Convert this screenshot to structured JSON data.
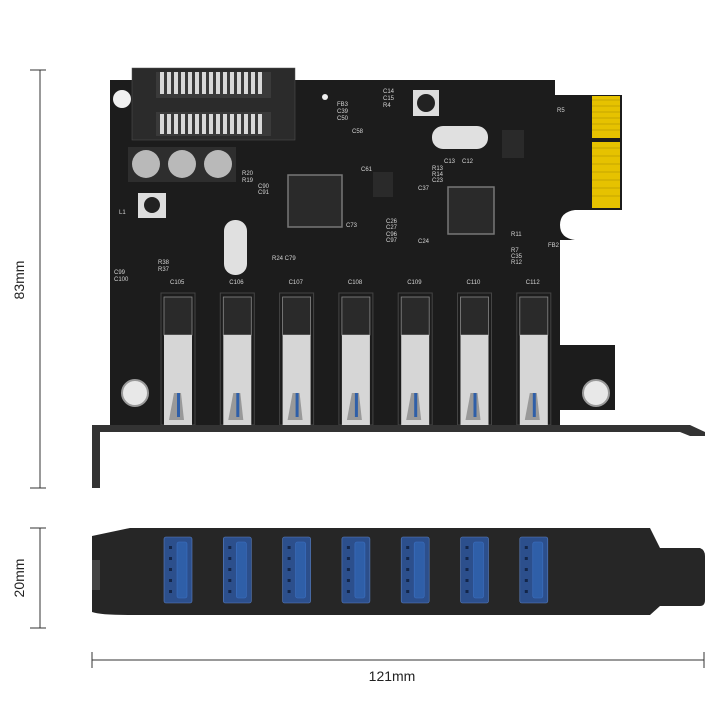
{
  "dimensions": {
    "height_label": "83mm",
    "bracket_height_label": "20mm",
    "width_label": "121mm"
  },
  "product": {
    "port_count": 7,
    "port_labels": [
      "C105",
      "C106",
      "C107",
      "C108",
      "C109",
      "C110",
      "C112"
    ],
    "silkscreen": {
      "fb3": "FB3",
      "c39": "C39",
      "c50": "C50",
      "c14": "C14",
      "c15": "C15",
      "r4": "R4",
      "c58": "C58",
      "r20": "R20",
      "r19": "R19",
      "c90": "C90",
      "c91": "C91",
      "l1": "L1",
      "c61": "C61",
      "c13": "C13",
      "c12": "C12",
      "r13": "R13",
      "r14": "R14",
      "c23": "C23",
      "c37": "C37",
      "c26": "C26",
      "c27": "C27",
      "c96": "C96",
      "c97": "C97",
      "c73": "C73",
      "c24": "C24",
      "r24c79": "R24 C79",
      "r38": "R38",
      "r37": "R37",
      "c99": "C99",
      "c100": "C100",
      "r5": "R5",
      "fb2": "FB2",
      "r11": "R11",
      "r7": "R7",
      "c35": "C35",
      "r12": "R12"
    },
    "colors": {
      "pcb": "#1c1c1c",
      "usb_blue": "#2f5fa8",
      "bracket": "#2a2a2a",
      "gold": "#e6c200"
    }
  }
}
